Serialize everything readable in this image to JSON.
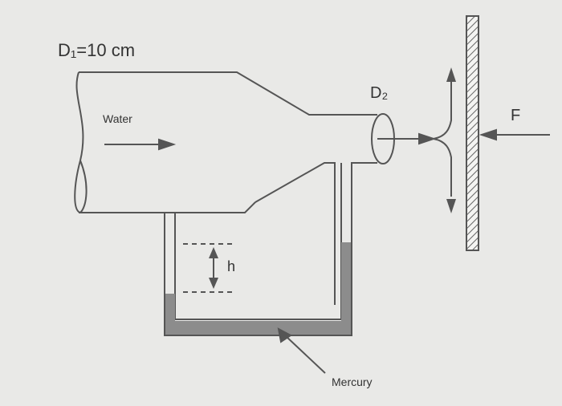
{
  "labels": {
    "d1": "D₁=10 cm",
    "d2": "D₂",
    "fluid": "Water",
    "force": "F",
    "height": "h",
    "manometer_fluid": "Mercury"
  },
  "colors": {
    "background": "#e9e9e7",
    "line": "#555555",
    "mercury": "#8c8c8c",
    "plate_hatch": "#666666"
  }
}
